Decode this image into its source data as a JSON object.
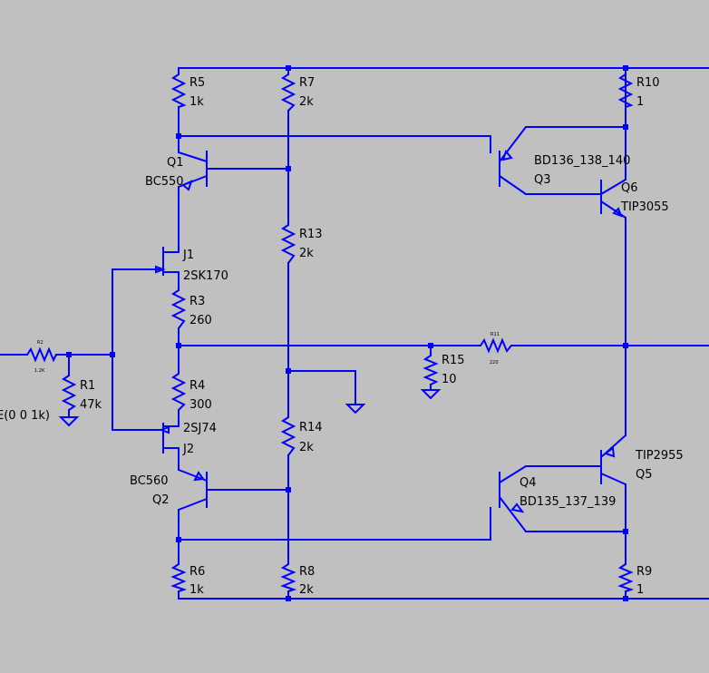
{
  "labels": {
    "R5": "R5",
    "R5_val": "1k",
    "R7": "R7",
    "R7_val": "2k",
    "R10": "R10",
    "R10_val": "1",
    "Q1": "Q1",
    "Q1_model": "BC550",
    "Q3_model": "BD136_138_140",
    "Q3": "Q3",
    "Q6": "Q6",
    "Q6_model": "TIP3055",
    "R13": "R13",
    "R13_val": "2k",
    "J1": "J1",
    "J1_model": "2SK170",
    "R3": "R3",
    "R3_val": "260",
    "R2": "R2",
    "R2_val": "1.2K",
    "R1": "R1",
    "R1_val": "47k",
    "source_spec": "E(0 0 1k)",
    "R11": "R11",
    "R11_val": "220",
    "R15": "R15",
    "R15_val": "10",
    "R4": "R4",
    "R4_val": "300",
    "J2_model": "2SJ74",
    "J2": "J2",
    "R14": "R14",
    "R14_val": "2k",
    "Q2_model": "BC560",
    "Q2": "Q2",
    "Q5_model": "TIP2955",
    "Q5": "Q5",
    "Q4": "Q4",
    "Q4_model": "BD135_137_139",
    "R6": "R6",
    "R6_val": "1k",
    "R8": "R8",
    "R8_val": "2k",
    "R9": "R9",
    "R9_val": "1"
  },
  "colors": {
    "background": "#c0c0c0",
    "wire": "#0000ff",
    "text": "#000000"
  }
}
